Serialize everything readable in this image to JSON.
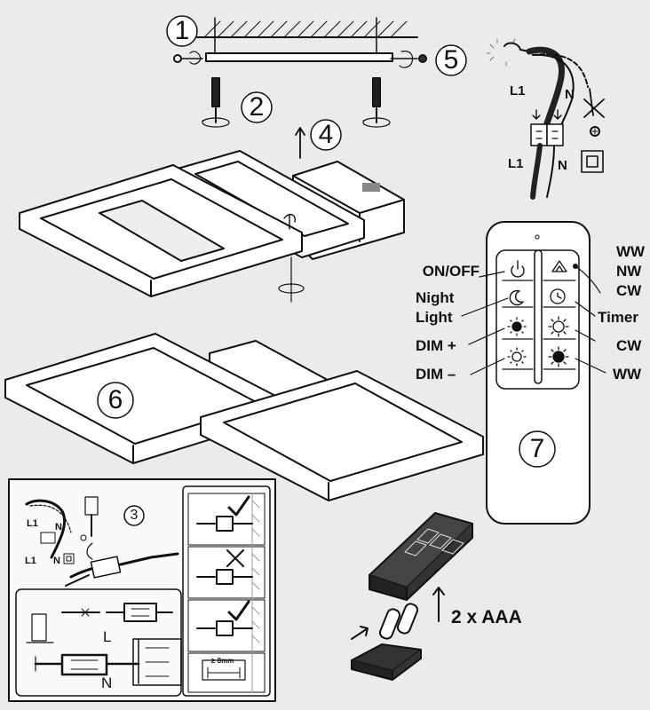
{
  "steps": {
    "step1": "1",
    "step2": "2",
    "step3": "3",
    "step4": "4",
    "step5": "5",
    "step6": "6",
    "step7": "7"
  },
  "wiring": {
    "l1": "L1",
    "n": "N",
    "l1_small": "L1",
    "n_small": "N"
  },
  "remote": {
    "left_labels": [
      "ON/OFF",
      "Night",
      "Light",
      "DIM +",
      "DIM –"
    ],
    "right_labels": [
      "WW",
      "NW",
      "CW",
      "Timer",
      "CW",
      "WW"
    ]
  },
  "strip": {
    "l_label": "L",
    "n_label": "N",
    "mm_label": "≥ 8mm"
  },
  "battery": {
    "label": "2 x AAA"
  },
  "icons": [
    "power-icon",
    "color-cycle-icon",
    "night-light-icon",
    "timer-icon",
    "dim-up-icon",
    "cw-icon",
    "dim-down-icon",
    "ww-icon",
    "check-icon",
    "cross-icon",
    "ground-icon",
    "class-ii-icon"
  ]
}
